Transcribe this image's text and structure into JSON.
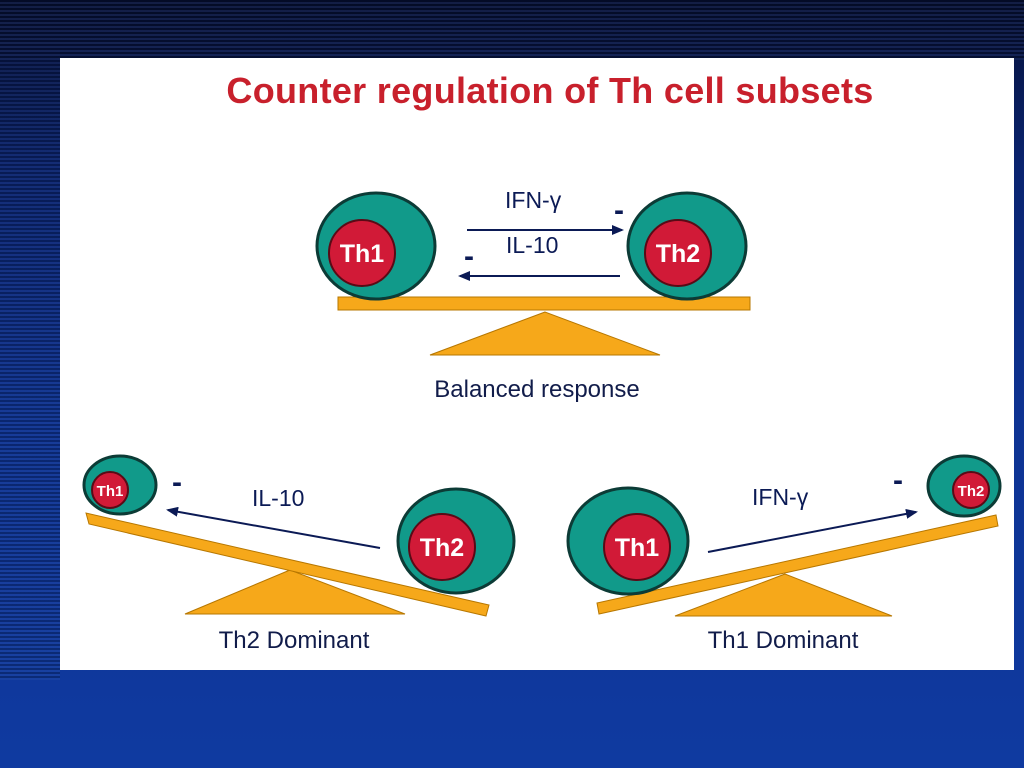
{
  "title": "Counter regulation of Th cell subsets",
  "balanced": {
    "left_cell": "Th1",
    "right_cell": "Th2",
    "top_cytokine": "IFN-γ",
    "bottom_cytokine": "IL-10",
    "minus_right": "-",
    "minus_left": "-",
    "caption": "Balanced response"
  },
  "th2_dominant": {
    "small_cell": "Th1",
    "large_cell": "Th2",
    "cytokine": "IL-10",
    "minus": "-",
    "caption": "Th2 Dominant"
  },
  "th1_dominant": {
    "large_cell": "Th1",
    "small_cell": "Th2",
    "cytokine": "IFN-γ",
    "minus": "-",
    "caption": "Th1 Dominant"
  },
  "colors": {
    "title": "#c8202c",
    "cell_outer": "#119a8a",
    "cell_inner": "#d11a37",
    "seesaw": "#f6a81a",
    "arrow": "#0b1a55",
    "background": "#0e3393"
  }
}
